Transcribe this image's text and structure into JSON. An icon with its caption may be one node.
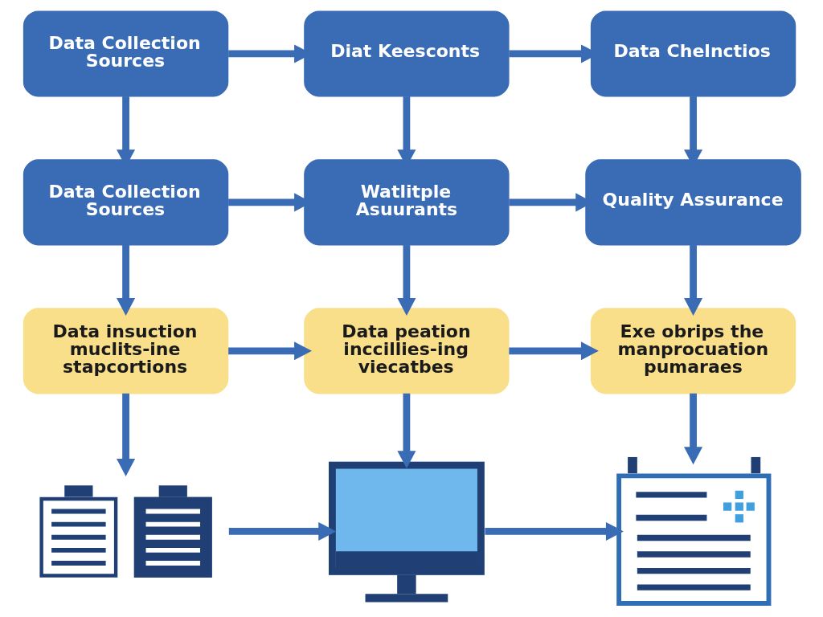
{
  "diagram": {
    "nodes": [
      {
        "text": [
          "Data Collection Sources"
        ]
      },
      {
        "text": [
          "Diat Keesconts"
        ]
      },
      {
        "text": [
          "Data Chelnctios"
        ]
      },
      {
        "text": [
          "Data Collection Sources"
        ]
      },
      {
        "text": [
          "Watlitple Asuurants"
        ]
      },
      {
        "text": [
          "Quality Assurance"
        ]
      },
      {
        "text": [
          "Data insuction muclits-ine stapcortions"
        ]
      },
      {
        "text": [
          "Data peation inccillies-ing viecatbes"
        ]
      },
      {
        "text": [
          "Exe obrips the manprocuation pumaraes"
        ]
      },
      {
        "text": [],
        "shape": "picture"
      },
      {
        "text": [],
        "shape": "picture"
      },
      {
        "text": [],
        "shape": "picture"
      }
    ],
    "edges": [
      {
        "from": 0,
        "to": 1,
        "arrow": "to"
      },
      {
        "from": 1,
        "to": 2,
        "arrow": "to"
      },
      {
        "from": 0,
        "to": 3,
        "arrow": "to"
      },
      {
        "from": 1,
        "to": 4,
        "arrow": "to"
      },
      {
        "from": 2,
        "to": 5,
        "arrow": "to"
      },
      {
        "from": 3,
        "to": 4,
        "arrow": "to"
      },
      {
        "from": 4,
        "to": 5,
        "arrow": "to"
      },
      {
        "from": 3,
        "to": 6,
        "arrow": "to"
      },
      {
        "from": 4,
        "to": 7,
        "arrow": "to"
      },
      {
        "from": 5,
        "to": 8,
        "arrow": "to"
      },
      {
        "from": 6,
        "to": 7,
        "arrow": "to"
      },
      {
        "from": 7,
        "to": 8,
        "arrow": "to"
      },
      {
        "from": 6,
        "to": 9,
        "arrow": "to"
      },
      {
        "from": 7,
        "to": 10,
        "arrow": "to"
      },
      {
        "from": 8,
        "to": 11,
        "arrow": "to"
      },
      {
        "from": 9,
        "to": 10,
        "arrow": "to"
      },
      {
        "from": 10,
        "to": 11,
        "arrow": "to"
      }
    ]
  }
}
